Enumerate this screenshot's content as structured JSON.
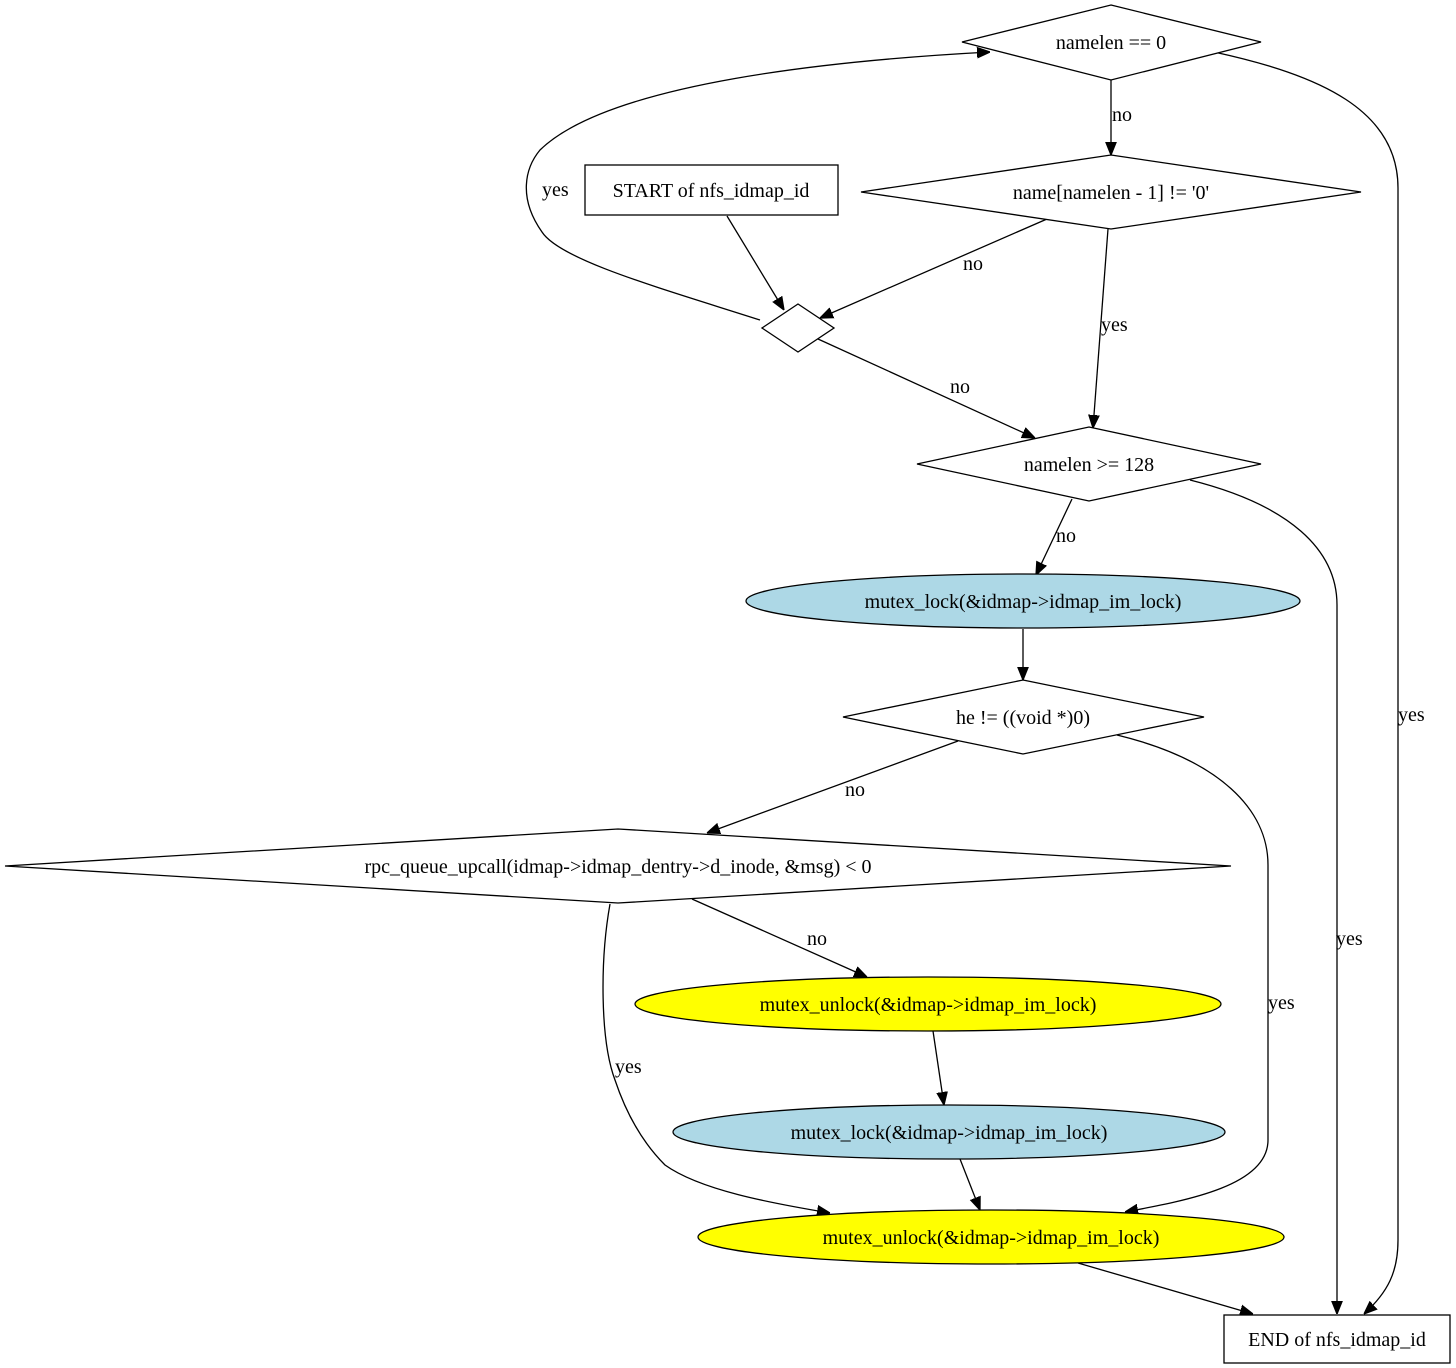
{
  "diagram": {
    "type": "flowchart",
    "colors": {
      "lock": "#add8e6",
      "unlock": "#ffff00",
      "default": "#ffffff",
      "stroke": "#000000"
    },
    "nodes": [
      {
        "id": "start",
        "shape": "box",
        "label": "START of nfs_idmap_id"
      },
      {
        "id": "merge",
        "shape": "diamond",
        "label": ""
      },
      {
        "id": "namelen_zero",
        "shape": "diamond",
        "label": "namelen == 0"
      },
      {
        "id": "name_check",
        "shape": "diamond",
        "label": "name[namelen - 1] != '0'"
      },
      {
        "id": "namelen_128",
        "shape": "diamond",
        "label": "namelen >= 128"
      },
      {
        "id": "lock1",
        "shape": "ellipse",
        "fill": "lock",
        "label": "mutex_lock(&idmap->idmap_im_lock)"
      },
      {
        "id": "he_check",
        "shape": "diamond",
        "label": "he != ((void *)0)"
      },
      {
        "id": "rpc",
        "shape": "diamond",
        "label": "rpc_queue_upcall(idmap->idmap_dentry->d_inode, &msg) < 0"
      },
      {
        "id": "unlock1",
        "shape": "ellipse",
        "fill": "unlock",
        "label": "mutex_unlock(&idmap->idmap_im_lock)"
      },
      {
        "id": "lock2",
        "shape": "ellipse",
        "fill": "lock",
        "label": "mutex_lock(&idmap->idmap_im_lock)"
      },
      {
        "id": "unlock2",
        "shape": "ellipse",
        "fill": "unlock",
        "label": "mutex_unlock(&idmap->idmap_im_lock)"
      },
      {
        "id": "end",
        "shape": "box",
        "label": "END of nfs_idmap_id"
      }
    ],
    "edges": [
      {
        "from": "start",
        "to": "merge",
        "label": ""
      },
      {
        "from": "merge",
        "to": "namelen_zero",
        "label": "yes"
      },
      {
        "from": "namelen_zero",
        "to": "name_check",
        "label": "no"
      },
      {
        "from": "namelen_zero",
        "to": "end",
        "label": "yes"
      },
      {
        "from": "name_check",
        "to": "merge",
        "label": "no"
      },
      {
        "from": "name_check",
        "to": "namelen_128",
        "label": "yes"
      },
      {
        "from": "merge",
        "to": "namelen_128",
        "label": "no"
      },
      {
        "from": "namelen_128",
        "to": "lock1",
        "label": "no"
      },
      {
        "from": "namelen_128",
        "to": "end",
        "label": "yes"
      },
      {
        "from": "lock1",
        "to": "he_check",
        "label": ""
      },
      {
        "from": "he_check",
        "to": "rpc",
        "label": "no"
      },
      {
        "from": "he_check",
        "to": "unlock2",
        "label": "yes"
      },
      {
        "from": "rpc",
        "to": "unlock1",
        "label": "no"
      },
      {
        "from": "rpc",
        "to": "unlock2",
        "label": "yes"
      },
      {
        "from": "unlock1",
        "to": "lock2",
        "label": ""
      },
      {
        "from": "lock2",
        "to": "unlock2",
        "label": ""
      },
      {
        "from": "unlock2",
        "to": "end",
        "label": ""
      }
    ]
  }
}
